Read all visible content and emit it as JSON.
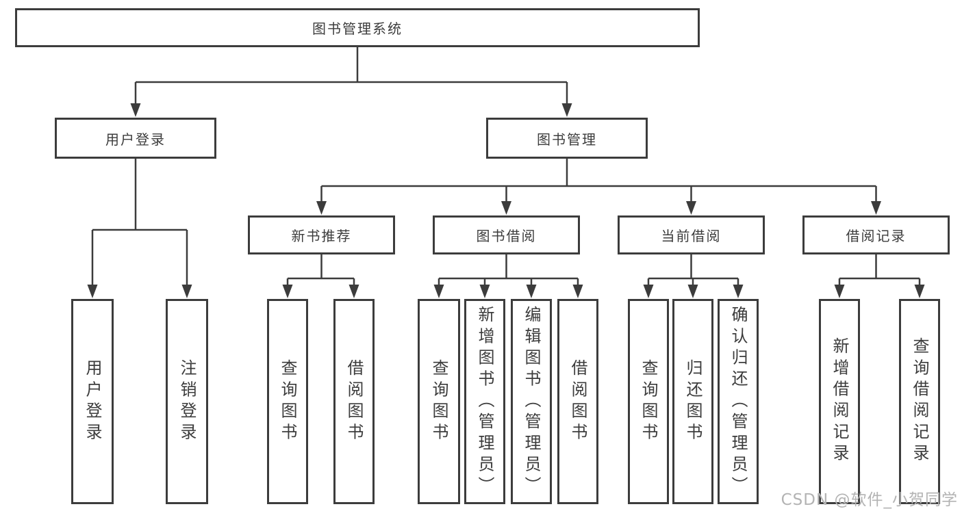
{
  "colors": {
    "line": "#3c3c3c",
    "text": "#3c3c3c",
    "watermark": "#b3b3b3",
    "background": "#ffffff"
  },
  "watermark": "CSDN @软件_小贺同学",
  "tree": {
    "label": "图书管理系统",
    "children": [
      {
        "label": "用户登录",
        "children": [
          {
            "label": "用户登录"
          },
          {
            "label": "注销登录"
          }
        ]
      },
      {
        "label": "图书管理",
        "children": [
          {
            "label": "新书推荐",
            "children": [
              {
                "label": "查询图书"
              },
              {
                "label": "借阅图书"
              }
            ]
          },
          {
            "label": "图书借阅",
            "children": [
              {
                "label": "查询图书"
              },
              {
                "label": "新增图书（管理员）"
              },
              {
                "label": "编辑图书（管理员）"
              },
              {
                "label": "借阅图书"
              }
            ]
          },
          {
            "label": "当前借阅",
            "children": [
              {
                "label": "查询图书"
              },
              {
                "label": "归还图书"
              },
              {
                "label": "确认归还（管理员）"
              }
            ]
          },
          {
            "label": "借阅记录",
            "children": [
              {
                "label": "新增借阅记录"
              },
              {
                "label": "查询借阅记录"
              }
            ]
          }
        ]
      }
    ]
  }
}
